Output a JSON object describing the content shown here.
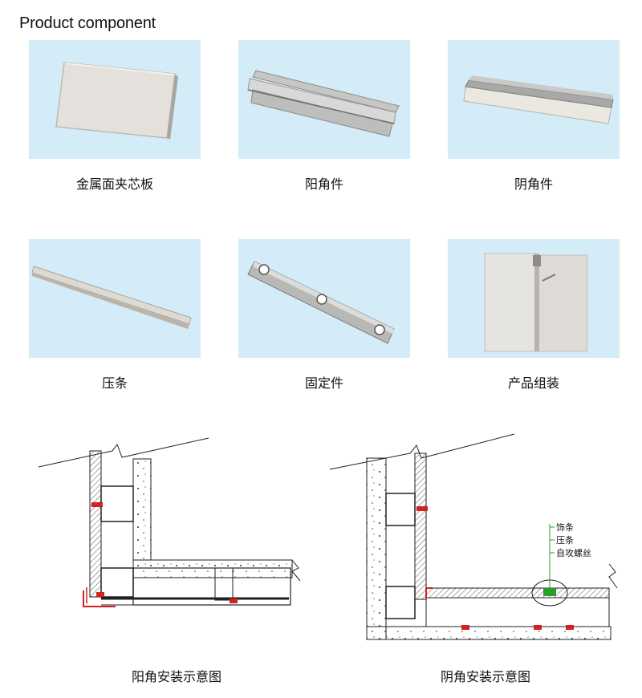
{
  "header": {
    "title": "Product component"
  },
  "products": [
    {
      "label": "金属面夹芯板",
      "icon": "sandwich-panel-photo"
    },
    {
      "label": "阳角件",
      "icon": "outside-corner-profile-photo"
    },
    {
      "label": "阴角件",
      "icon": "inside-corner-profile-photo"
    },
    {
      "label": "压条",
      "icon": "pressing-strip-photo"
    },
    {
      "label": "固定件",
      "icon": "fixing-bracket-photo"
    },
    {
      "label": "产品组装",
      "icon": "assembled-panels-photo"
    }
  ],
  "diagrams": [
    {
      "caption": "阳角安装示意图"
    },
    {
      "caption": "阴角安装示意图",
      "callouts": [
        "饰条",
        "压条",
        "自攻螺丝"
      ]
    }
  ],
  "colors": {
    "tile_bg": "#d3ecf8",
    "screw_red": "#d42020",
    "leader_green": "#2aa02a"
  }
}
